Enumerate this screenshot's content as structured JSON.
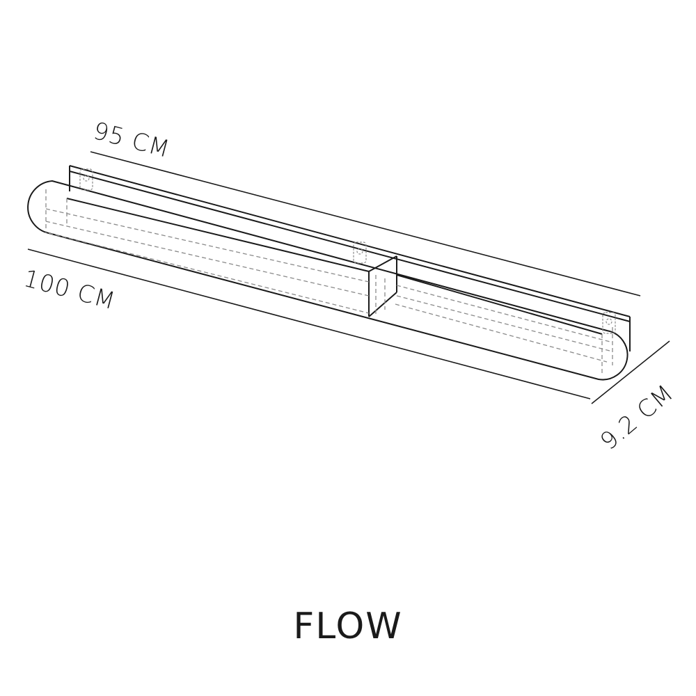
{
  "dimensions": {
    "length_top": "95 CM",
    "length_bottom": "100 CM",
    "depth": "9.2 CM"
  },
  "product_name": "FLOW",
  "colors": {
    "line": "#1a1a1a",
    "hidden_line": "#8a8a8a",
    "background": "#ffffff"
  }
}
